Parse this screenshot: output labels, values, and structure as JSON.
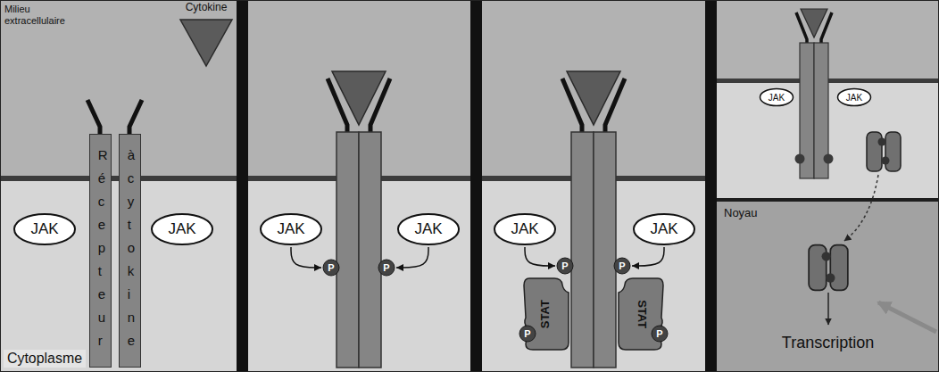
{
  "diagram": {
    "nodes": [
      {
        "text": [
          "Cytokine"
        ]
      },
      {
        "text": [
          "Récepteur"
        ]
      },
      {
        "text": [
          "à cytokine"
        ]
      },
      {
        "text": [
          "JAK"
        ]
      },
      {
        "text": [
          "JAK"
        ]
      },
      {
        "text": [
          "JAK"
        ]
      },
      {
        "text": [
          "JAK"
        ]
      },
      {
        "text": [
          "P"
        ]
      },
      {
        "text": [
          "P"
        ]
      },
      {
        "text": [
          "JAK"
        ]
      },
      {
        "text": [
          "JAK"
        ]
      },
      {
        "text": [
          "STAT"
        ]
      },
      {
        "text": [
          "STAT"
        ]
      },
      {
        "text": [
          "P"
        ]
      },
      {
        "text": [
          "P"
        ]
      },
      {
        "text": [
          "P"
        ],
        "in": 11
      },
      {
        "text": [
          "P"
        ],
        "in": 12
      },
      {
        "text": [
          "JAK"
        ]
      },
      {
        "text": [
          "JAK"
        ]
      },
      {
        "text": [
          "Noyau",
          "Transcription"
        ]
      }
    ],
    "edges": [
      {
        "from": 5,
        "to": 7,
        "arrow": "to"
      },
      {
        "from": 6,
        "to": 8,
        "arrow": "to"
      },
      {
        "from": 9,
        "to": 13,
        "arrow": "to"
      },
      {
        "from": 10,
        "to": 14,
        "arrow": "to"
      }
    ],
    "labels": [
      "Milieu extracellulaire",
      "Cytoplasme"
    ]
  }
}
